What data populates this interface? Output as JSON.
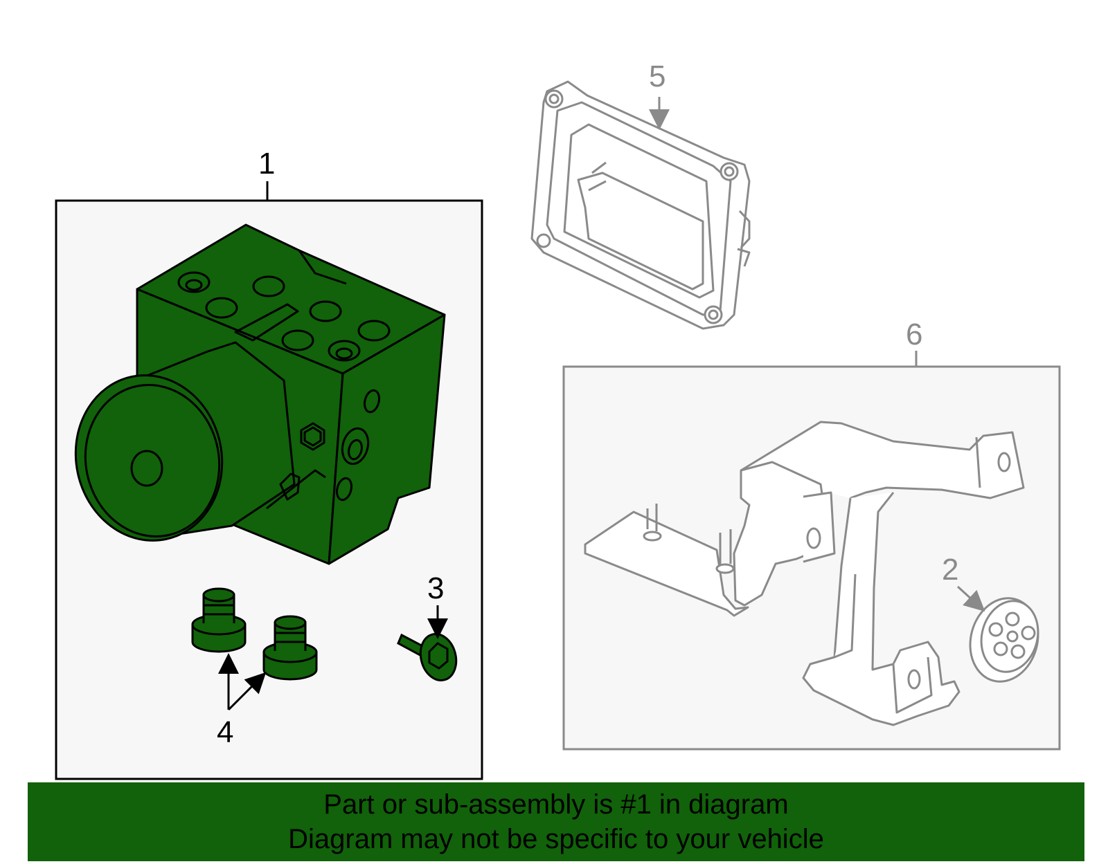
{
  "callouts": {
    "c1": "1",
    "c2": "2",
    "c3": "3",
    "c4": "4",
    "c5": "5",
    "c6": "6"
  },
  "banner": {
    "line1": "Part or sub-assembly is #1 in diagram",
    "line2": "Diagram may not be specific to your vehicle"
  },
  "colors": {
    "highlight": "#11620a",
    "outline_dark": "#000000",
    "outline_grey": "#8a8a8a",
    "panel_bg": "#f7f7f7"
  }
}
